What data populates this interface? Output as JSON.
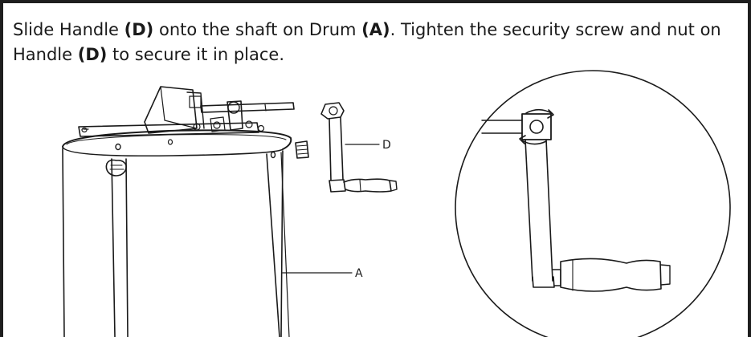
{
  "instruction": {
    "t1": "Slide Handle ",
    "b1": "(D)",
    "t2": " onto the shaft on Drum ",
    "b2": "(A)",
    "t3": ". Tighten the security screw and nut on Handle ",
    "b3": "(D)",
    "t4": " to secure it in place."
  },
  "callouts": {
    "handle": "D",
    "drum": "A"
  },
  "colors": {
    "line": "#1a1a1a",
    "frame": "#1e1e1e"
  }
}
